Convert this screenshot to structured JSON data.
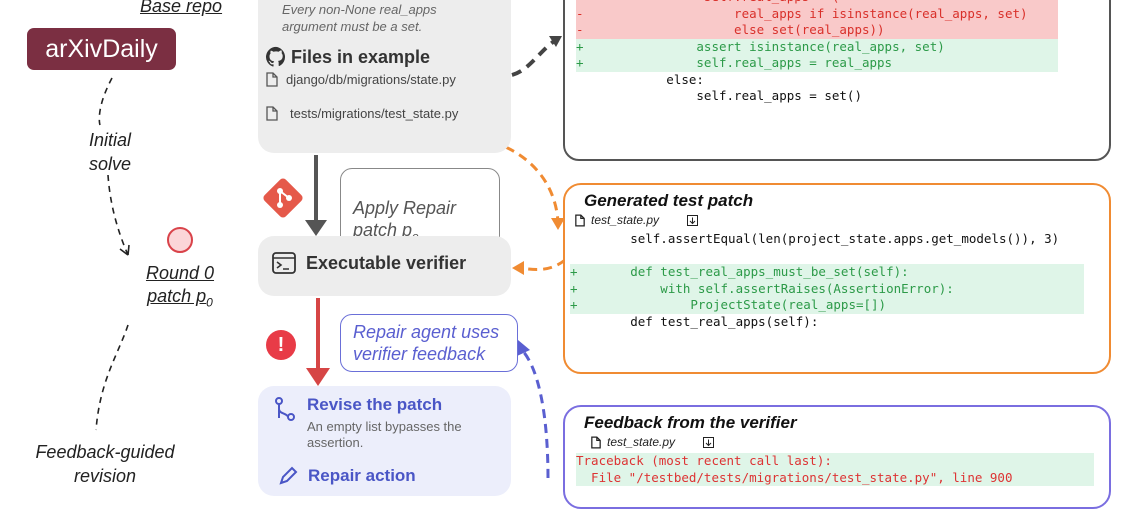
{
  "left": {
    "base_repo": "Base repo",
    "logo": "arXivDaily",
    "initial_solve": "Initial\nsolve",
    "round_label": "Round 0\npatch p",
    "round_sub": "0",
    "feedback_revision": "Feedback-guided\nrevision"
  },
  "center": {
    "issue_text": "Every non-None real_apps\nargument must be a set.",
    "files_heading": "Files in example",
    "files": [
      "django/db/migrations/state.py",
      "tests/migrations/test_state.py"
    ],
    "apply_label": "Apply Repair\npatch p",
    "apply_sub": "o",
    "verifier_label": "Executable verifier",
    "feedback_pill": "Repair agent uses\nverifier feedback",
    "revise_title": "Revise the patch",
    "revise_sub": "An empty list bypasses the\nassertion.",
    "repair_action": "Repair action"
  },
  "source_patch": {
    "lines": [
      {
        "kind": "del",
        "text": "-                self.real_apps = ("
      },
      {
        "kind": "del",
        "text": "-                    real_apps if isinstance(real_apps, set)"
      },
      {
        "kind": "del",
        "text": "-                    else set(real_apps))"
      },
      {
        "kind": "add",
        "text": "+               assert isinstance(real_apps, set)"
      },
      {
        "kind": "add",
        "text": "+               self.real_apps = real_apps"
      },
      {
        "kind": "plain",
        "text": "            else:"
      },
      {
        "kind": "plain",
        "text": "                self.real_apps = set()"
      }
    ]
  },
  "test_patch": {
    "title": "Generated test patch",
    "file": "test_state.py",
    "lines": [
      {
        "kind": "plain",
        "text": "        self.assertEqual(len(project_state.apps.get_models()), 3)"
      },
      {
        "kind": "blank",
        "text": " "
      },
      {
        "kind": "add",
        "text": "+       def test_real_apps_must_be_set(self):"
      },
      {
        "kind": "add",
        "text": "+           with self.assertRaises(AssertionError):"
      },
      {
        "kind": "add",
        "text": "+               ProjectState(real_apps=[])"
      },
      {
        "kind": "plain",
        "text": "        def test_real_apps(self):"
      }
    ]
  },
  "verifier_feedback": {
    "title": "Feedback from the verifier",
    "file": "test_state.py",
    "lines": [
      {
        "kind": "err",
        "text": "Traceback (most recent call last):"
      },
      {
        "kind": "err",
        "text": "  File \"/testbed/tests/migrations/test_state.py\", line 900"
      }
    ]
  },
  "colors": {
    "logo": "#7b2f42",
    "orange": "#f08b32",
    "purple": "#7a6ee0",
    "red": "#d64545",
    "git": "#e5594a"
  }
}
